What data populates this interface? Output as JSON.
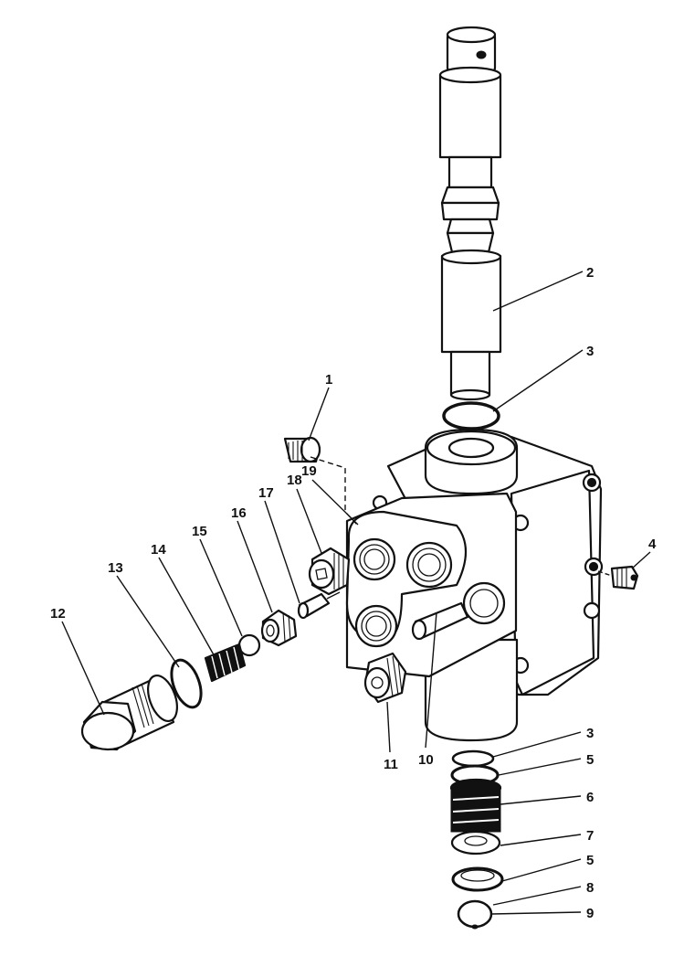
{
  "diagram": {
    "labels": [
      "1",
      "2",
      "3",
      "4",
      "5",
      "6",
      "7",
      "5",
      "8",
      "9",
      "10",
      "11",
      "12",
      "13",
      "14",
      "15",
      "16",
      "17",
      "18",
      "19",
      "3"
    ],
    "callouts": [
      {
        "id": "c1",
        "text": "1"
      },
      {
        "id": "c2",
        "text": "2"
      },
      {
        "id": "c3a",
        "text": "3"
      },
      {
        "id": "c4",
        "text": "4"
      },
      {
        "id": "c3b",
        "text": "3"
      },
      {
        "id": "c5a",
        "text": "5"
      },
      {
        "id": "c6",
        "text": "6"
      },
      {
        "id": "c7",
        "text": "7"
      },
      {
        "id": "c5b",
        "text": "5"
      },
      {
        "id": "c8",
        "text": "8"
      },
      {
        "id": "c9",
        "text": "9"
      },
      {
        "id": "c10",
        "text": "10"
      },
      {
        "id": "c11",
        "text": "11"
      },
      {
        "id": "c12",
        "text": "12"
      },
      {
        "id": "c13",
        "text": "13"
      },
      {
        "id": "c14",
        "text": "14"
      },
      {
        "id": "c15",
        "text": "15"
      },
      {
        "id": "c16",
        "text": "16"
      },
      {
        "id": "c17",
        "text": "17"
      },
      {
        "id": "c18",
        "text": "18"
      },
      {
        "id": "c19",
        "text": "19"
      }
    ]
  }
}
